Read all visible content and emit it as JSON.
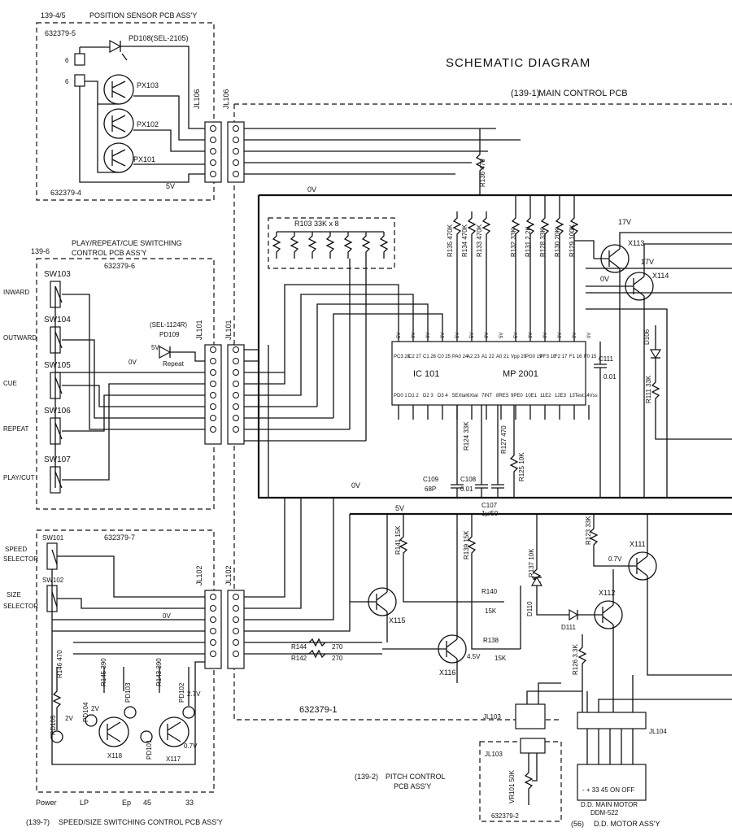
{
  "title": "SCHEMATIC DIAGRAM",
  "boards": {
    "main": {
      "id": "(139-1)",
      "name": "MAIN CONTROL PCB",
      "pcb_no": "632379-1"
    },
    "position": {
      "id": "139-4/5",
      "name": "POSITION SENSOR PCB ASS'Y",
      "pcb_no_top": "632379-5",
      "pcb_no_bottom": "632379-4"
    },
    "switching": {
      "id": "139-6",
      "name_line1": "PLAY/REPEAT/CUE SWITCHING",
      "name_line2": "CONTROL PCB ASS'Y",
      "pcb_no": "632379-6"
    },
    "speed": {
      "id": "(139-7)",
      "name": "SPEED/SIZE SWITCHING CONTROL PCB ASS'Y",
      "pcb_no": "632379-7"
    },
    "pitch": {
      "id": "(139-2)",
      "name_line1": "PITCH CONTROL",
      "name_line2": "PCB ASS'Y",
      "pcb_no": "632379-2"
    },
    "motor": {
      "id": "(56)",
      "name": "D.D. MOTOR ASS'Y",
      "label_line1": "D.D. MAIN MOTOR",
      "label_line2": "DDM-522"
    }
  },
  "connectors": {
    "jl106": "JL106",
    "jl101": "JL101",
    "jl102": "JL102",
    "jl103": "JL103",
    "jl104": "JL104"
  },
  "position_sensor": {
    "pd108": "PD108(SEL-2105)",
    "px103": "PX103",
    "px102": "PX102",
    "px101": "PX101",
    "pin6a": "6",
    "pin6b": "6",
    "v5": "5V"
  },
  "switches": {
    "sw103": "SW103",
    "sw104": "SW104",
    "sw105": "SW105",
    "sw106": "SW106",
    "sw107": "SW107",
    "inward": "INWARD",
    "outward": "OUTWARD",
    "cue": "CUE",
    "repeat": "REPEAT",
    "play_cut": "PLAY/CUT",
    "pd109_part": "(SEL-1124R)",
    "pd109": "PD109",
    "repeat_led": "Repeat",
    "v5": "5V",
    "ov": "0V"
  },
  "resistor_array": "R103 33K x 8",
  "ic": {
    "name": "IC 101",
    "part": "MP 2001",
    "top_pins": [
      "PC3 28",
      "C2 27",
      "C1 26",
      "C0 25",
      "PA0 24",
      "A2 23",
      "A1 22",
      "A0 21",
      "Vpp 20",
      "PG0 19",
      "PF3 18",
      "F2 17",
      "F1 16",
      "F0 15"
    ],
    "bottom_pins": [
      "PD0 1",
      "D1 2",
      "D2 3",
      "D3 4",
      "5EXtal",
      "6Xtal",
      "7INT",
      "8RES",
      "9PE0",
      "10E1",
      "11E2",
      "12E3",
      "13Test",
      "14Vss"
    ],
    "top_volt": [
      "5V",
      "0V",
      "0V",
      "0V",
      "5V",
      "5V",
      "0V",
      "5V",
      "5V",
      "0V",
      "0V",
      "0V",
      "0V",
      "0V"
    ]
  },
  "resistors": {
    "r136": "R136 470",
    "r135": "R135 470K",
    "r134": "R134 470K",
    "r133": "R133 470K",
    "r132": "R132 33K",
    "r131": "R131 2.2K",
    "r128": "R128 33K",
    "r130": "R130 20K",
    "r129": "R129 100K",
    "r111": "R111 33K",
    "r124": "R124 33K",
    "r127": "R127 470",
    "r125": "R125 10K",
    "r123": "R123 33K",
    "r141": "R141 15K",
    "r139": "R139 15K",
    "r137": "R137 10K",
    "r140": "R140",
    "r140v": "15K",
    "r138": "R138",
    "r138v": "15K",
    "r144": "R144",
    "r144v": "270",
    "r142": "R142",
    "r142v": "270",
    "r126": "R126 3.3K",
    "r146": "R146 470",
    "r145": "R145 390",
    "r143": "R143 390",
    "vr101": "VR101 50K"
  },
  "caps": {
    "c111": "C111",
    "c111v": "0.01",
    "c109": "C109",
    "c109v": "68P",
    "c108": "C108",
    "c108v": "0.01",
    "c107": "C107",
    "c107v": "1μ/50"
  },
  "transistors": {
    "x113": "X113",
    "x114": "X114",
    "x111": "X111",
    "x112": "X112",
    "x115": "X115",
    "x116": "X116",
    "x117": "X117",
    "x118": "X118"
  },
  "diodes": {
    "d106": "D106",
    "d110": "D110",
    "d111": "D111"
  },
  "leds": {
    "pd105": "PD105",
    "pd104": "PD104",
    "pd103": "PD103",
    "pd102": "PD102",
    "pd101": "PD101"
  },
  "voltages": {
    "v17a": "17V",
    "v17b": "17V",
    "v0a": "0V",
    "v5main": "5V",
    "v07": "0.7V",
    "v45": "4.5V",
    "v27": "2.7V",
    "v2": "2V"
  },
  "speed_switches": {
    "sw101": "SW101",
    "sw102": "SW102",
    "speed": "SPEED",
    "selector1": "SELECTOR",
    "size": "SIZE",
    "selector2": "SELECTOR"
  },
  "bottom_labels": [
    "Power",
    "LP",
    "Ep",
    "45",
    "33"
  ],
  "motor_pins": "- + 33 45 ON OFF"
}
